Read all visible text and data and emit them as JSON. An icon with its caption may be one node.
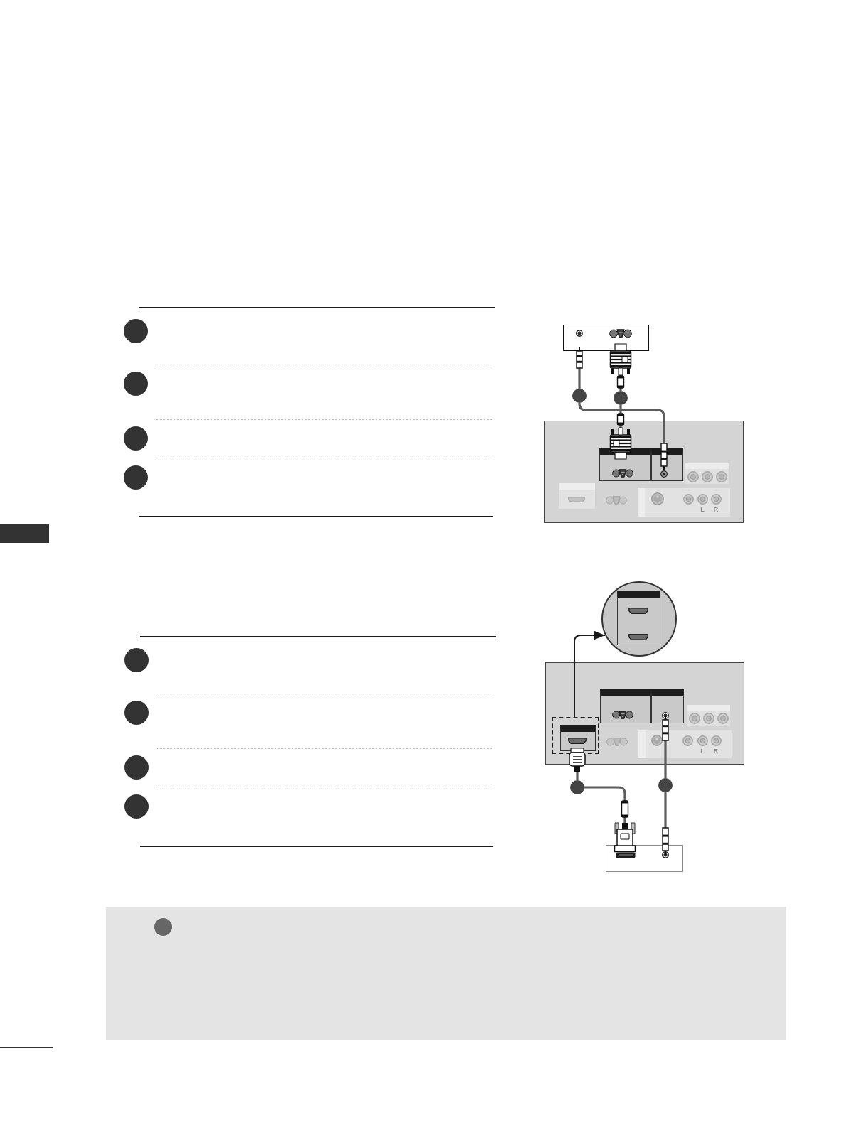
{
  "diagram": {
    "nodes": [
      {
        "text": [],
        "shape": "box"
      },
      {
        "text": [],
        "shape": "circle"
      },
      {
        "text": [],
        "shape": "circle"
      },
      {
        "text": [],
        "shape": "box"
      },
      {
        "text": [],
        "shape": "box",
        "in": 3
      },
      {
        "text": [],
        "shape": "box",
        "in": 3
      },
      {
        "text": [],
        "shape": "circle"
      },
      {
        "text": [],
        "shape": "box"
      },
      {
        "text": [],
        "shape": "box",
        "in": 7
      },
      {
        "text": [],
        "shape": "box",
        "in": 7
      },
      {
        "text": [],
        "shape": "box",
        "in": 7
      },
      {
        "text": [],
        "shape": "circle"
      },
      {
        "text": [],
        "shape": "circle"
      },
      {
        "text": [],
        "shape": "box"
      }
    ],
    "edges": [
      {
        "from": 0,
        "to": 1,
        "arrow": "other"
      },
      {
        "from": 1,
        "to": 5,
        "arrow": "other"
      },
      {
        "from": 0,
        "to": 2,
        "arrow": "other"
      },
      {
        "from": 2,
        "to": 4,
        "arrow": "other"
      },
      {
        "from": 8,
        "to": 6,
        "arrow": "to",
        "color": "#1a1a1a"
      },
      {
        "from": 8,
        "to": 11,
        "arrow": "other"
      },
      {
        "from": 11,
        "to": 13,
        "arrow": "other"
      },
      {
        "from": 10,
        "to": 12,
        "arrow": "other"
      },
      {
        "from": 12,
        "to": 13,
        "arrow": "other"
      }
    ],
    "labels": [
      "L",
      "R",
      "L",
      "R"
    ]
  }
}
